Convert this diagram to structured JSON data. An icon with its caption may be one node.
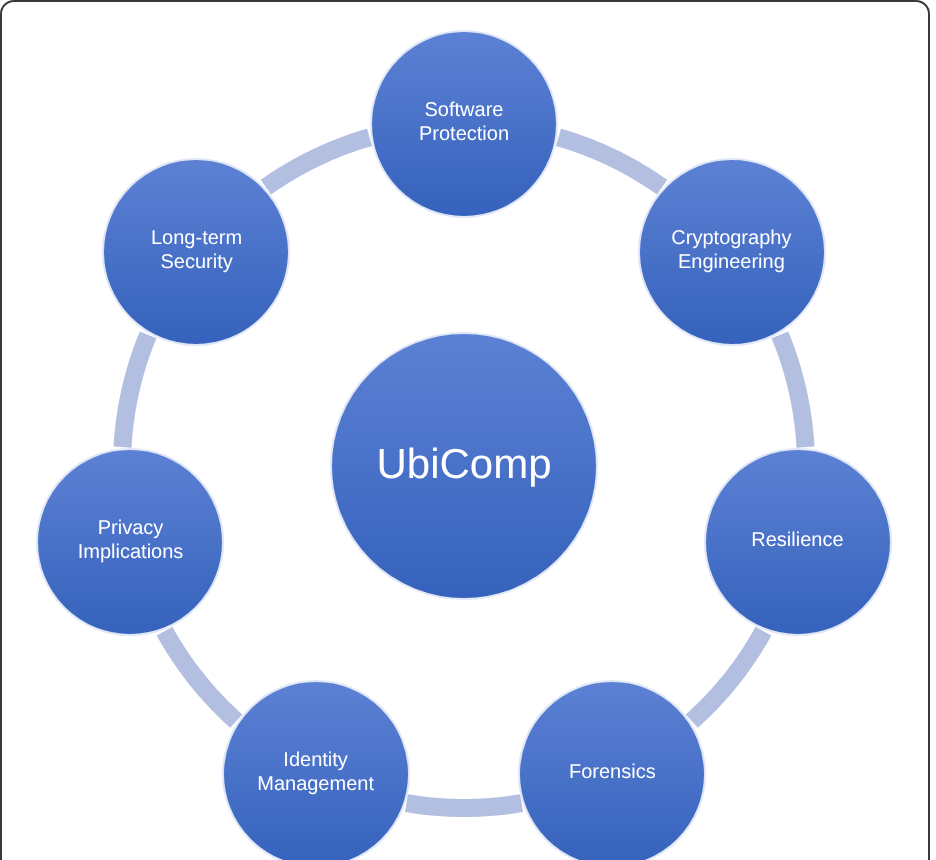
{
  "diagram": {
    "nodes": [
      {
        "text": [
          "Software Protection"
        ]
      },
      {
        "text": [
          "Long-term Security"
        ]
      },
      {
        "text": [
          "Cryptography Engineering"
        ]
      },
      {
        "text": [
          "UbiComp"
        ]
      },
      {
        "text": [
          "Privacy Implications"
        ]
      },
      {
        "text": [
          "Resilience"
        ]
      },
      {
        "text": [
          "Identity Management"
        ]
      },
      {
        "text": [
          "Forensics"
        ]
      }
    ],
    "edges": [
      {
        "from": 0,
        "to": 2,
        "arrow": "none"
      },
      {
        "from": 2,
        "to": 5,
        "arrow": "none"
      },
      {
        "from": 5,
        "to": 7,
        "arrow": "none"
      },
      {
        "from": 7,
        "to": 6,
        "arrow": "none"
      },
      {
        "from": 6,
        "to": 4,
        "arrow": "none"
      },
      {
        "from": 4,
        "to": 1,
        "arrow": "none"
      },
      {
        "from": 1,
        "to": 0,
        "arrow": "none"
      }
    ]
  }
}
